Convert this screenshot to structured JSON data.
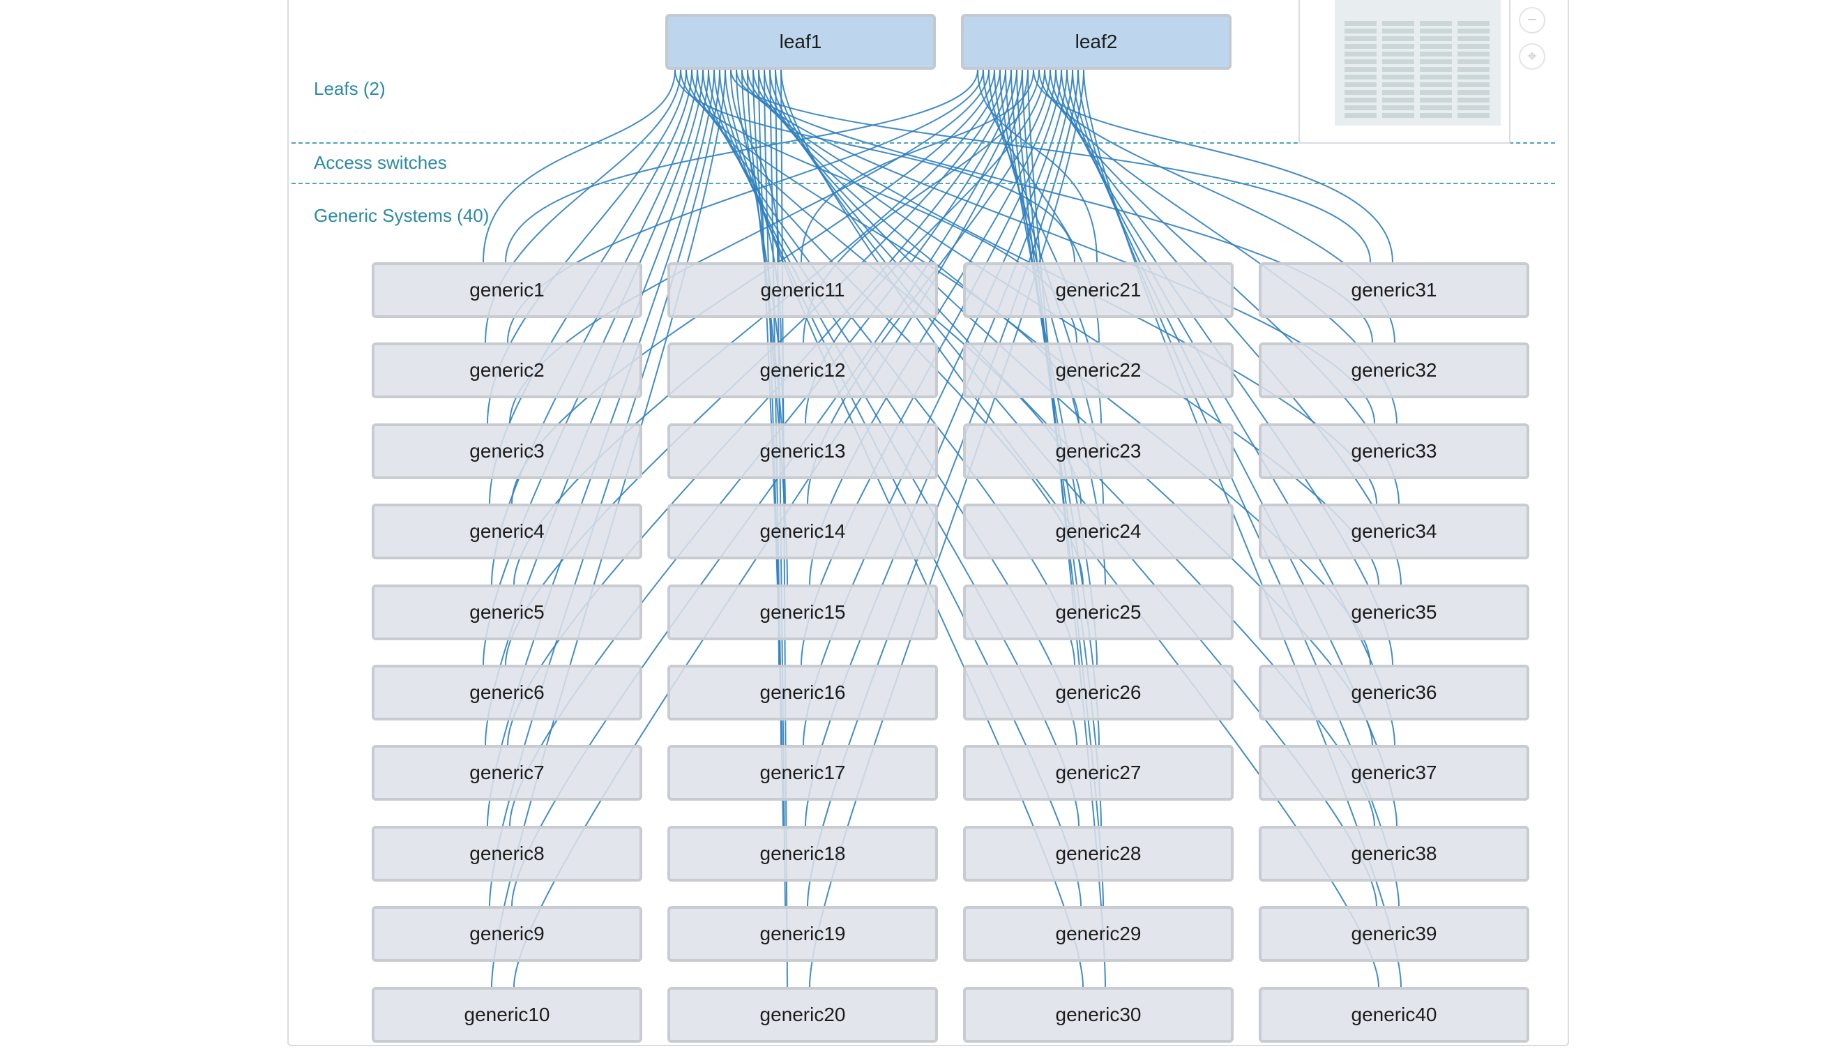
{
  "sections": {
    "leafs": "Leafs (2)",
    "access": "Access switches",
    "generic": "Generic Systems (40)"
  },
  "leafs": [
    "leaf1",
    "leaf2"
  ],
  "generics": [
    "generic1",
    "generic2",
    "generic3",
    "generic4",
    "generic5",
    "generic6",
    "generic7",
    "generic8",
    "generic9",
    "generic10",
    "generic11",
    "generic12",
    "generic13",
    "generic14",
    "generic15",
    "generic16",
    "generic17",
    "generic18",
    "generic19",
    "generic20",
    "generic21",
    "generic22",
    "generic23",
    "generic24",
    "generic25",
    "generic26",
    "generic27",
    "generic28",
    "generic29",
    "generic30",
    "generic31",
    "generic32",
    "generic33",
    "generic34",
    "generic35",
    "generic36",
    "generic37",
    "generic38",
    "generic39",
    "generic40"
  ],
  "colors": {
    "link": "#2f7fbf",
    "leaf_fill": "#bdd6ed",
    "generic_fill": "#dde1e8",
    "label": "#2c8aa3"
  },
  "controls": {
    "zoom_out_icon": "minus-icon",
    "recenter_icon": "crosshair-icon"
  }
}
